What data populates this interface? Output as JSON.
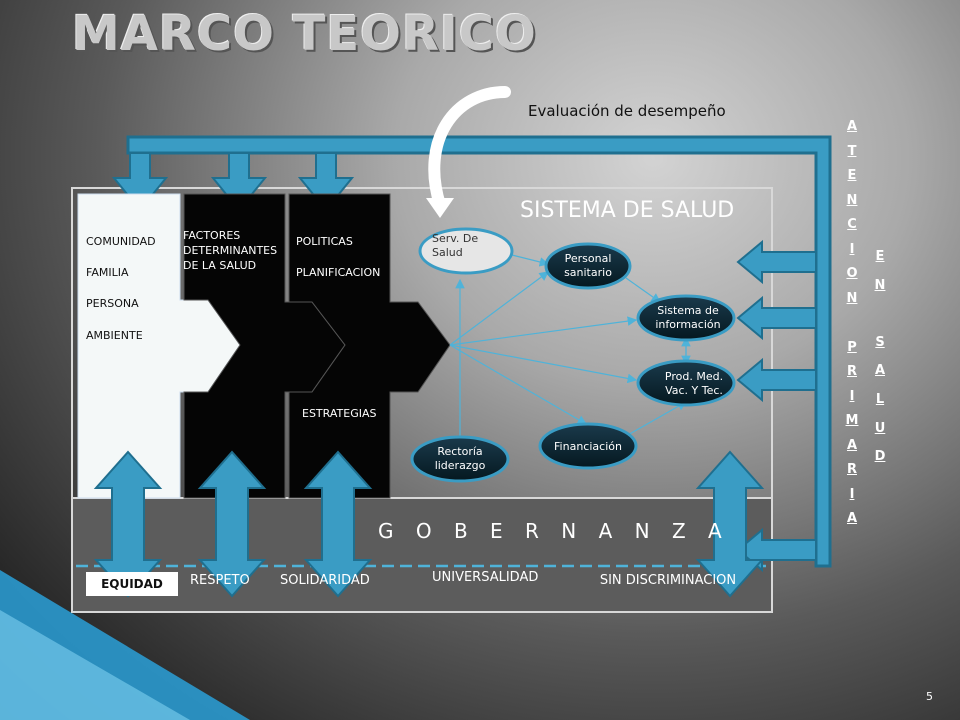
{
  "title": "MARCO TEORICO",
  "evaluation": "Evaluación de desempeño",
  "system_title": "SISTEMA DE SALUD",
  "column1": [
    "COMUNIDAD",
    "FAMILIA",
    "PERSONA",
    "AMBIENTE"
  ],
  "column2": "FACTORES DETERMINANTES DE LA SALUD",
  "column3": {
    "top1": "POLITICAS",
    "top2": "PLANIFICACION",
    "bottom": "ESTRATEGIAS"
  },
  "nodes": {
    "serv": "Serv. De Salud",
    "personal": "Personal sanitario",
    "sistema_info": "Sistema de información",
    "prod": "Prod. Med. Vac. Y Tec.",
    "financiacion": "Financiación",
    "rectoria": "Rectoría liderazgo"
  },
  "governance": "G O B E R N A N Z A",
  "values": {
    "equidad": "EQUIDAD",
    "respeto": "RESPETO",
    "solidaridad": "SOLIDARIDAD",
    "universalidad": "UNIVERSALIDAD",
    "sin_discriminacion": "SIN DISCRIMINACION"
  },
  "vertical_left": [
    "A",
    "T",
    "E",
    "N",
    "C",
    "I",
    "O",
    "N",
    "",
    "P",
    "R",
    "I",
    "M",
    "A",
    "R",
    "I",
    "A"
  ],
  "vertical_right": [
    "E",
    "N",
    "",
    "S",
    "A",
    "L",
    "U",
    "D"
  ],
  "page_number": "5",
  "colors": {
    "accent": "#3a9cc4",
    "accent_dark": "#1f6f8f",
    "node_fill": "#0b2a3a"
  }
}
